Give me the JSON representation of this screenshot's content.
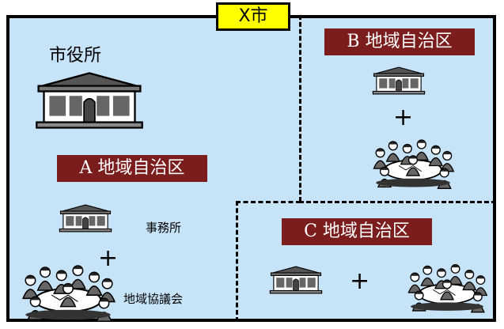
{
  "city": {
    "title": "X市",
    "office_label": "市役所"
  },
  "districts": [
    {
      "label": "A 地域自治区",
      "office_label": "事務所",
      "plus": "+",
      "council_label": "地域協議会"
    },
    {
      "label": "B 地域自治区",
      "plus": "+"
    },
    {
      "label": "C 地域自治区",
      "plus": "+"
    }
  ],
  "colors": {
    "background": "#c6e3f7",
    "title_bg": "#ffff00",
    "district_bg": "#7b1d1d"
  }
}
